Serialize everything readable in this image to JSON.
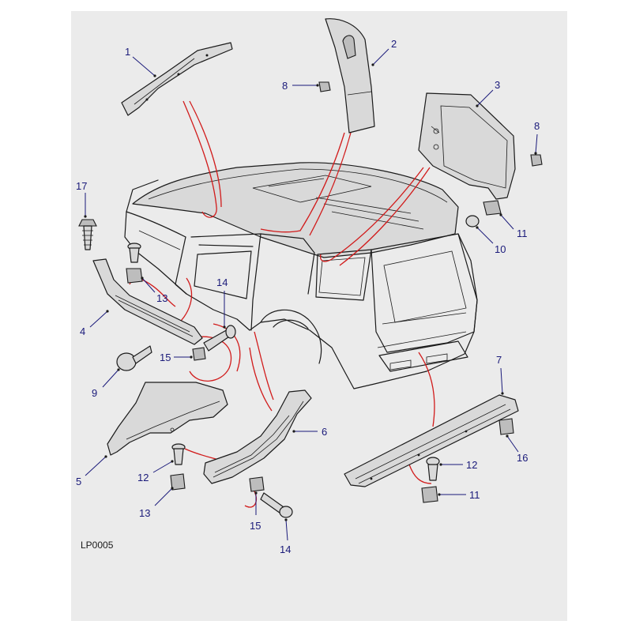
{
  "diagram": {
    "reference_code": "LP0005",
    "callouts": [
      {
        "id": "c1",
        "label": "1"
      },
      {
        "id": "c2",
        "label": "2"
      },
      {
        "id": "c3",
        "label": "3"
      },
      {
        "id": "c4",
        "label": "4"
      },
      {
        "id": "c5",
        "label": "5"
      },
      {
        "id": "c6",
        "label": "6"
      },
      {
        "id": "c7",
        "label": "7"
      },
      {
        "id": "c8a",
        "label": "8"
      },
      {
        "id": "c8b",
        "label": "8"
      },
      {
        "id": "c9",
        "label": "9"
      },
      {
        "id": "c10",
        "label": "10"
      },
      {
        "id": "c11a",
        "label": "11"
      },
      {
        "id": "c11b",
        "label": "11"
      },
      {
        "id": "c12a",
        "label": "12"
      },
      {
        "id": "c12b",
        "label": "12"
      },
      {
        "id": "c13a",
        "label": "13"
      },
      {
        "id": "c13b",
        "label": "13"
      },
      {
        "id": "c14a",
        "label": "14"
      },
      {
        "id": "c14b",
        "label": "14"
      },
      {
        "id": "c15a",
        "label": "15"
      },
      {
        "id": "c15b",
        "label": "15"
      },
      {
        "id": "c16",
        "label": "16"
      },
      {
        "id": "c17",
        "label": "17"
      }
    ]
  },
  "colors": {
    "panel_background": "#ebebeb",
    "callout_text": "#1a1a7a",
    "linework": "#1a1a1a",
    "reference_lines": "#d11b1b"
  }
}
